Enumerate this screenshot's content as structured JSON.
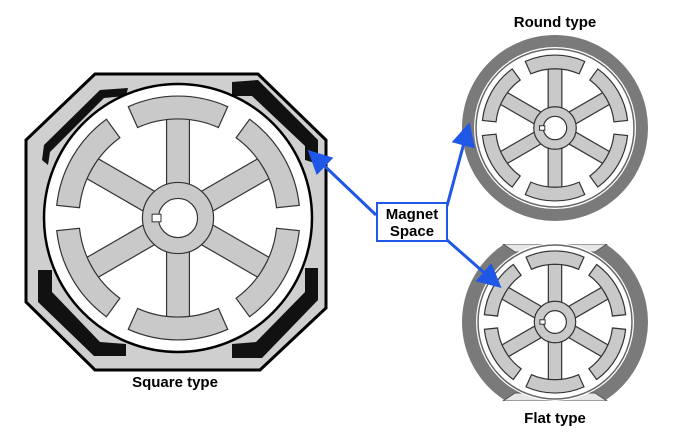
{
  "labels": {
    "square": "Square type",
    "round": "Round type",
    "flat": "Flat type",
    "callout_line1": "Magnet",
    "callout_line2": "Space"
  },
  "colors": {
    "arrow": "#1f57e6",
    "rotor_fill": "#c9c9c9",
    "round_ring": "#7a7a7a",
    "outline": "#000000",
    "magnet": "#111111"
  },
  "rotor": {
    "poles": 6
  }
}
